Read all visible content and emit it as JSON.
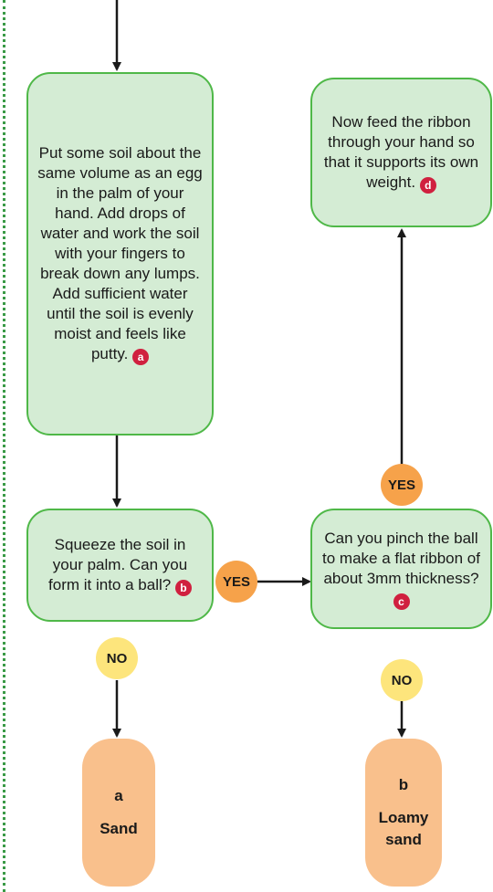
{
  "steps": {
    "prepare": "Put some soil about the same volume as an egg in the palm of your hand. Add drops of water and work the soil with your fingers to break down any lumps. Add sufficient water until the soil is evenly moist and feels like putty.",
    "prepare_marker": "a",
    "squeeze": "Squeeze the soil in your palm. Can you form it into a ball?",
    "squeeze_marker": "b",
    "pinch": "Can you pinch the ball to make a flat ribbon of about 3mm thickness?",
    "pinch_marker": "c",
    "feed": "Now feed the ribbon through your hand so that it supports its own weight.",
    "feed_marker": "d"
  },
  "answers": {
    "yes": "YES",
    "no": "NO"
  },
  "results": [
    {
      "letter": "a",
      "label": "Sand"
    },
    {
      "letter": "b",
      "label": "Loamy sand"
    }
  ],
  "colors": {
    "box_fill": "#d4ecd4",
    "box_border": "#4fb848",
    "yes_fill": "#f6a24a",
    "no_fill": "#fde57c",
    "result_fill": "#f9c08c",
    "marker": "#d0203f"
  }
}
